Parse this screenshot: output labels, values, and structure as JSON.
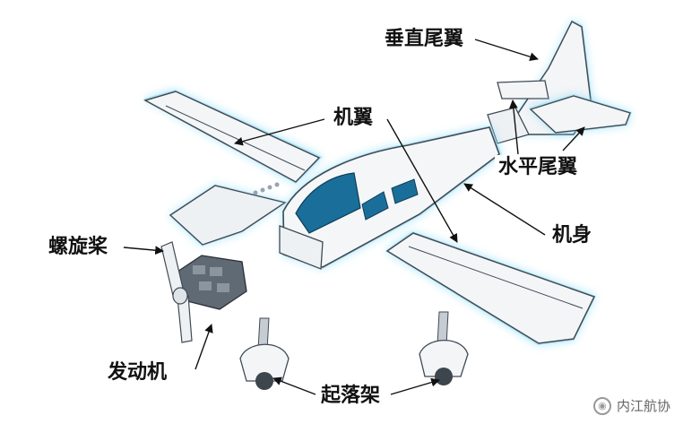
{
  "labels": {
    "vertical_tail": "垂直尾翼",
    "wing": "机翼",
    "horizontal_tail": "水平尾翼",
    "fuselage": "机身",
    "propeller": "螺旋桨",
    "engine": "发动机",
    "landing_gear": "起落架"
  },
  "watermark": {
    "text": "内江航协",
    "icon": "wechat-icon"
  },
  "colors": {
    "glow": "#7fd8f5",
    "body": "#f4f6f8",
    "outline": "#404a55",
    "canopy": "#1a6f9a"
  }
}
